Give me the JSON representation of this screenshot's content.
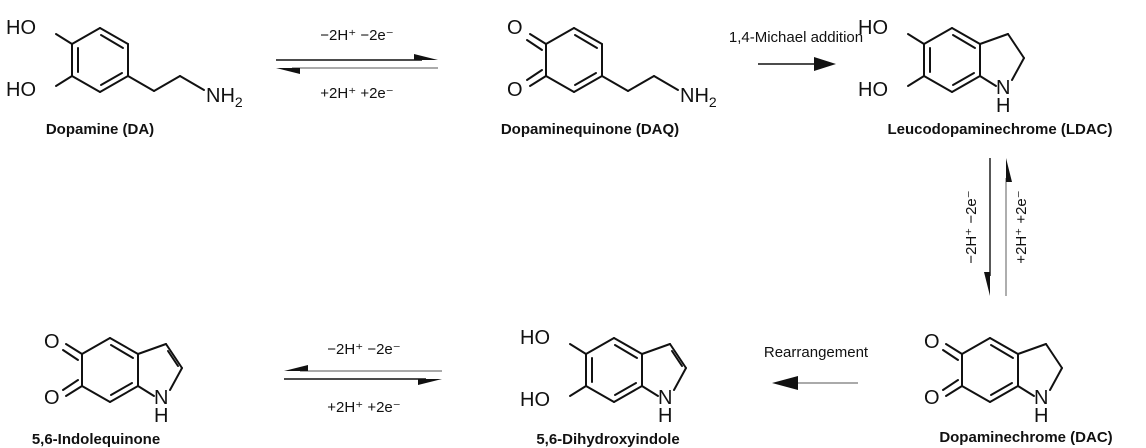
{
  "compounds": {
    "da": {
      "name": "Dopamine (DA)",
      "atoms": {
        "ho1": "HO",
        "ho2": "HO",
        "nh": "NH",
        "sub2": "2"
      }
    },
    "daq": {
      "name": "Dopaminequinone (DAQ)",
      "atoms": {
        "o1": "O",
        "o2": "O",
        "nh": "NH",
        "sub2": "2"
      }
    },
    "ldac": {
      "name": "Leucodopaminechrome (LDAC)",
      "atoms": {
        "ho1": "HO",
        "ho2": "HO",
        "n": "N",
        "h": "H"
      }
    },
    "dac": {
      "name": "Dopaminechrome (DAC)",
      "atoms": {
        "o1": "O",
        "o2": "O",
        "n": "N",
        "h": "H"
      }
    },
    "dhi": {
      "name": "5,6-Dihydroxyindole",
      "atoms": {
        "ho1": "HO",
        "ho2": "HO",
        "n": "N",
        "h": "H"
      }
    },
    "iq": {
      "name": "5,6-Indolequinone",
      "atoms": {
        "o1": "O",
        "o2": "O",
        "n": "N",
        "h": "H"
      }
    }
  },
  "reactions": {
    "da_daq": {
      "forward": "−2H⁺ −2e⁻",
      "reverse": "+2H⁺ +2e⁻"
    },
    "daq_ldac": {
      "label": "1,4-Michael addition"
    },
    "ldac_dac": {
      "forward": "−2H⁺ −2e⁻",
      "reverse": "+2H⁺ +2e⁻"
    },
    "dac_dhi": {
      "label": "Rearrangement"
    },
    "dhi_iq": {
      "forward": "−2H⁺ −2e⁻",
      "reverse": "+2H⁺ +2e⁻"
    }
  }
}
